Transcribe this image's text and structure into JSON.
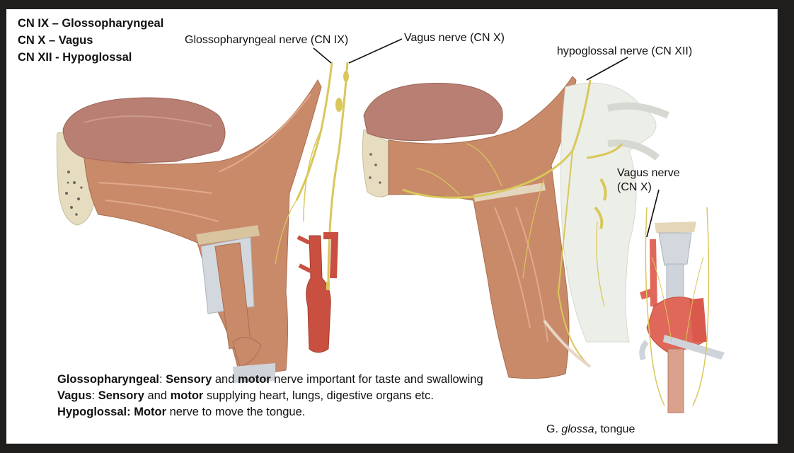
{
  "slide": {
    "title_lines": [
      "CN IX – Glossopharyngeal",
      "CN X – Vagus",
      "CN XII - Hypoglossal"
    ],
    "figure_labels": {
      "glossopharyngeal": "Glossopharyngeal  nerve (CN IX)",
      "vagus_top": "Vagus  nerve (CN X)",
      "hypoglossal": "hypoglossal  nerve (CN XII)",
      "vagus_right_line1": "Vagus  nerve",
      "vagus_right_line2": "(CN X)"
    },
    "descriptions": [
      {
        "term": "Glossopharyngeal",
        "sep": ": ",
        "bold1": "Sensory",
        "mid": " and ",
        "bold2": "motor",
        "rest": " nerve important for taste and swallowing"
      },
      {
        "term": "Vagus",
        "sep": ": ",
        "bold1": "Sensory",
        "mid": " and ",
        "bold2": "motor",
        "rest": " supplying heart, lungs, digestive organs etc."
      },
      {
        "term": "Hypoglossal:",
        "sep": " ",
        "bold1": "Motor",
        "mid": "",
        "bold2": "",
        "rest": " nerve  to move the tongue."
      }
    ],
    "footnote": {
      "prefix": "G. ",
      "italic": "glossa",
      "suffix": ", tongue"
    },
    "colors": {
      "background": "#1f1e1d",
      "slide": "#ffffff",
      "muscle": "#c98a6a",
      "tongue": "#b97f72",
      "nerve": "#d9c75a",
      "artery": "#c95040",
      "bone": "#e8e2cf",
      "cartilage": "#d3d8de"
    },
    "illustrations": [
      "tongue-glossopharyngeal-vagus-lateral-view",
      "tongue-hypoglossal-lateral-view",
      "vagus-nerve-thorax-anterior-view"
    ]
  }
}
